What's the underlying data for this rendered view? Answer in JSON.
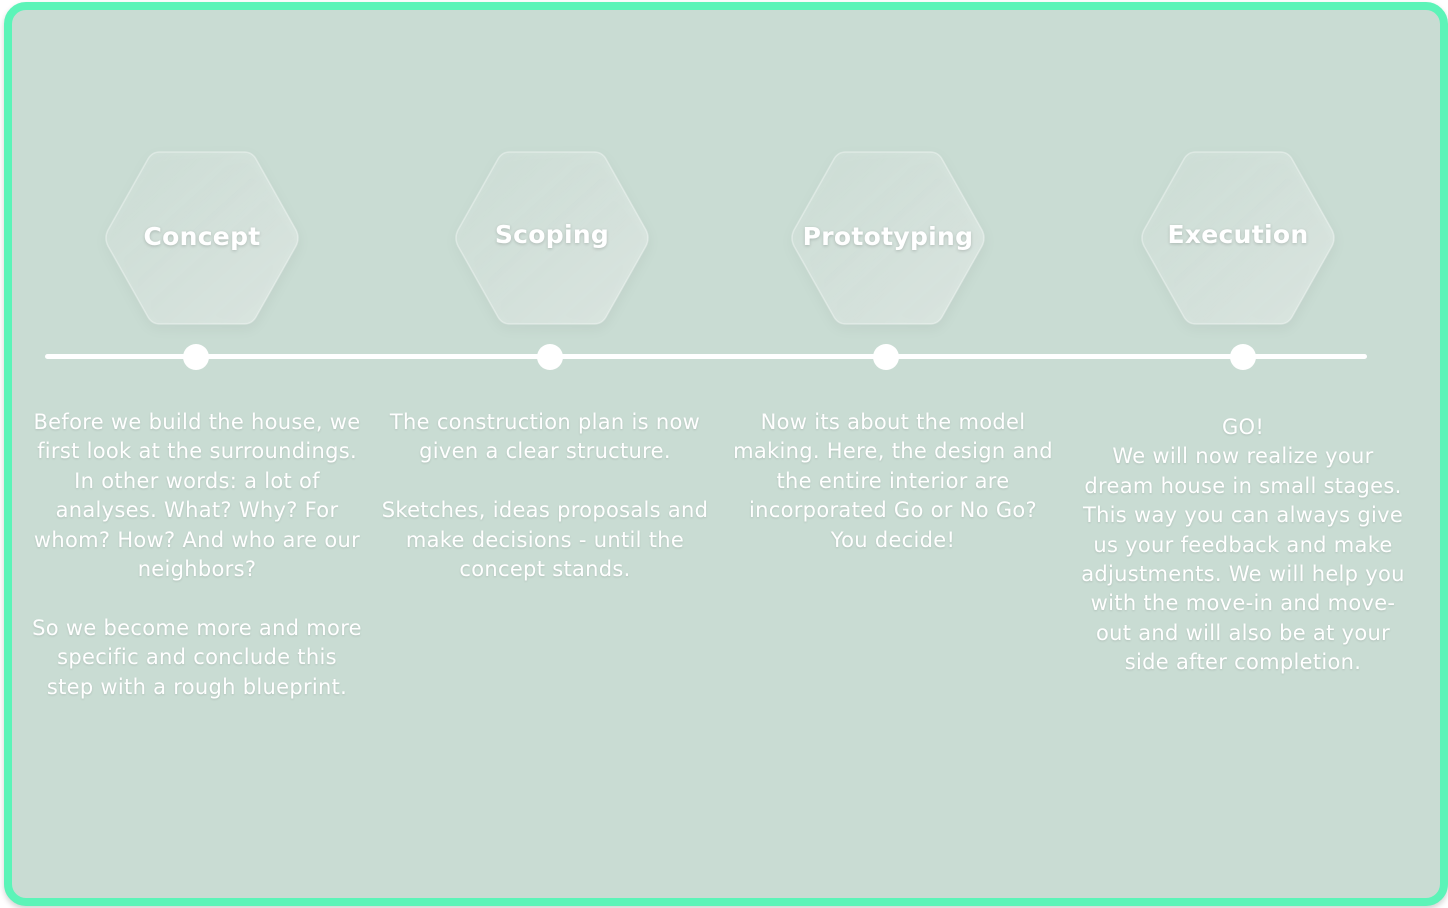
{
  "steps": [
    {
      "title": "Concept",
      "description": "Before we build the house, we first look at the surroundings. In other words: a lot of analyses. What? Why? For whom? How? And who are our neighbors?\n\nSo we become more and more specific and conclude this step with a rough blueprint."
    },
    {
      "title": "Scoping",
      "description": "The construction plan is now given a clear structure.\n\nSketches, ideas proposals and make decisions - until the concept stands."
    },
    {
      "title": "Prototyping",
      "description": "Now its about the model making. Here, the design and the entire interior are incorporated Go or No Go?\nYou decide!"
    },
    {
      "title": "Execution",
      "description": "GO!\nWe will now realize your dream house in small stages. This way you can always give us your feedback and make adjustments. We will help you with the move-in and move-out and will also be at your side after completion."
    }
  ],
  "colors": {
    "frame_border": "#5cf4b8",
    "background": "#c9dcd3",
    "timeline": "#ffffff",
    "text": "#ffffff"
  }
}
